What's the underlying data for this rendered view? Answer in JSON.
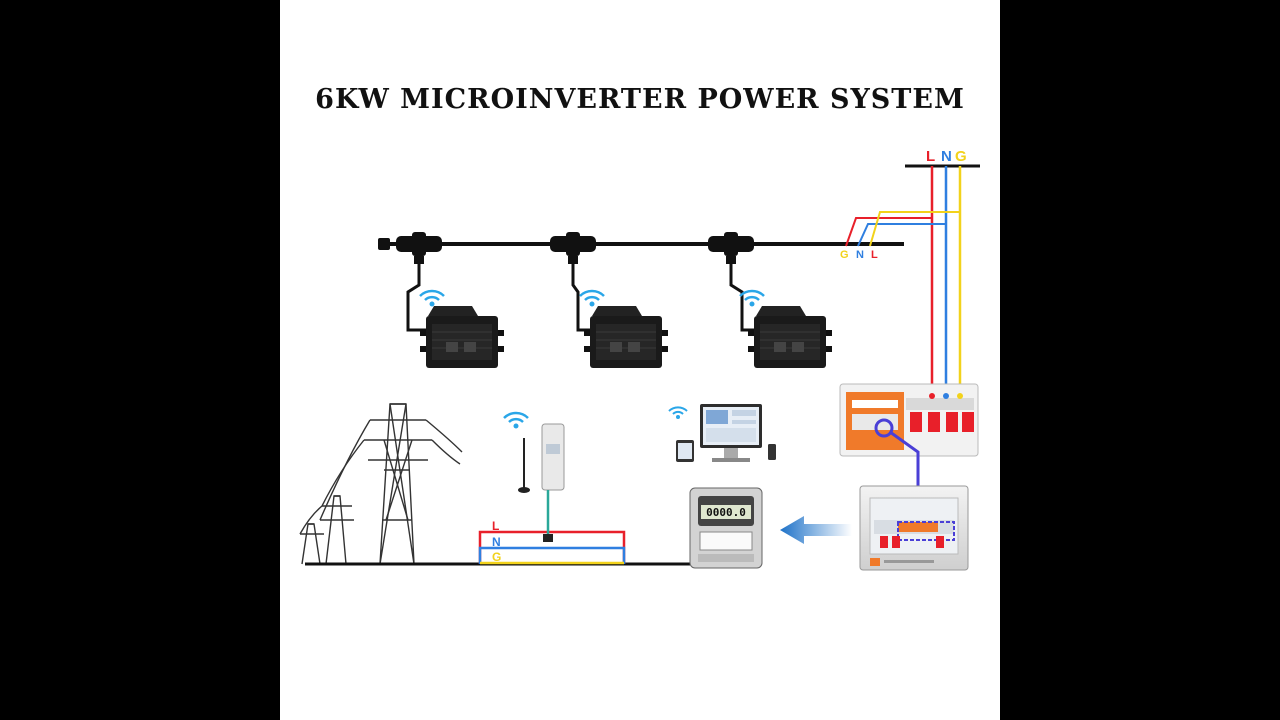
{
  "title": "6KW MICROINVERTER POWER SYSTEM",
  "labels": {
    "grid_top": {
      "l": "L",
      "n": "N",
      "g": "G"
    },
    "bus_end": {
      "g": "G",
      "n": "N",
      "l": "L"
    },
    "ground_lines": {
      "l": "L",
      "n": "N",
      "g": "G"
    }
  },
  "meter_reading": "0000.0",
  "colors": {
    "line_L": "#e8202a",
    "line_N": "#2f7fe0",
    "line_G": "#f2d21b",
    "monitor_link": "#4a3fd6",
    "meter_link": "#2aa89a",
    "inverter_body": "#1a1a1a",
    "spd_orange": "#f07a2a"
  },
  "icons": [
    "wifi-icon",
    "microinverter-icon",
    "transmission-tower-icon",
    "energy-meter-icon",
    "antenna-meter-icon",
    "computer-monitor-icon",
    "breaker-panel-icon",
    "distribution-box-icon",
    "arrow-left-icon"
  ]
}
